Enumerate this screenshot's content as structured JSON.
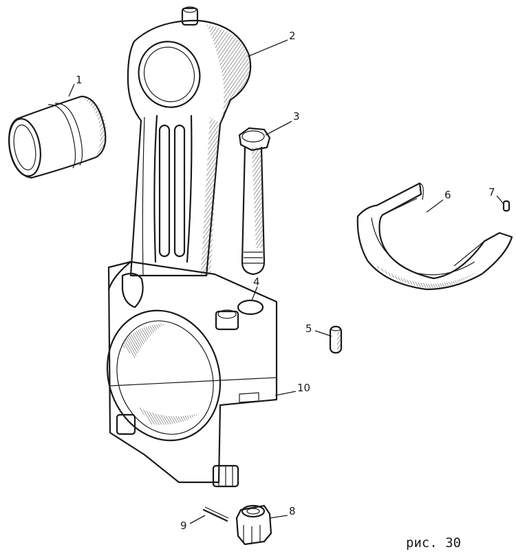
{
  "caption": "рис. 30",
  "callouts": [
    {
      "id": "1",
      "label": "1"
    },
    {
      "id": "2",
      "label": "2"
    },
    {
      "id": "3",
      "label": "3"
    },
    {
      "id": "4",
      "label": "4"
    },
    {
      "id": "5",
      "label": "5"
    },
    {
      "id": "6",
      "label": "6"
    },
    {
      "id": "7",
      "label": "7"
    },
    {
      "id": "8",
      "label": "8"
    },
    {
      "id": "9",
      "label": "9"
    },
    {
      "id": "10",
      "label": "10"
    }
  ]
}
